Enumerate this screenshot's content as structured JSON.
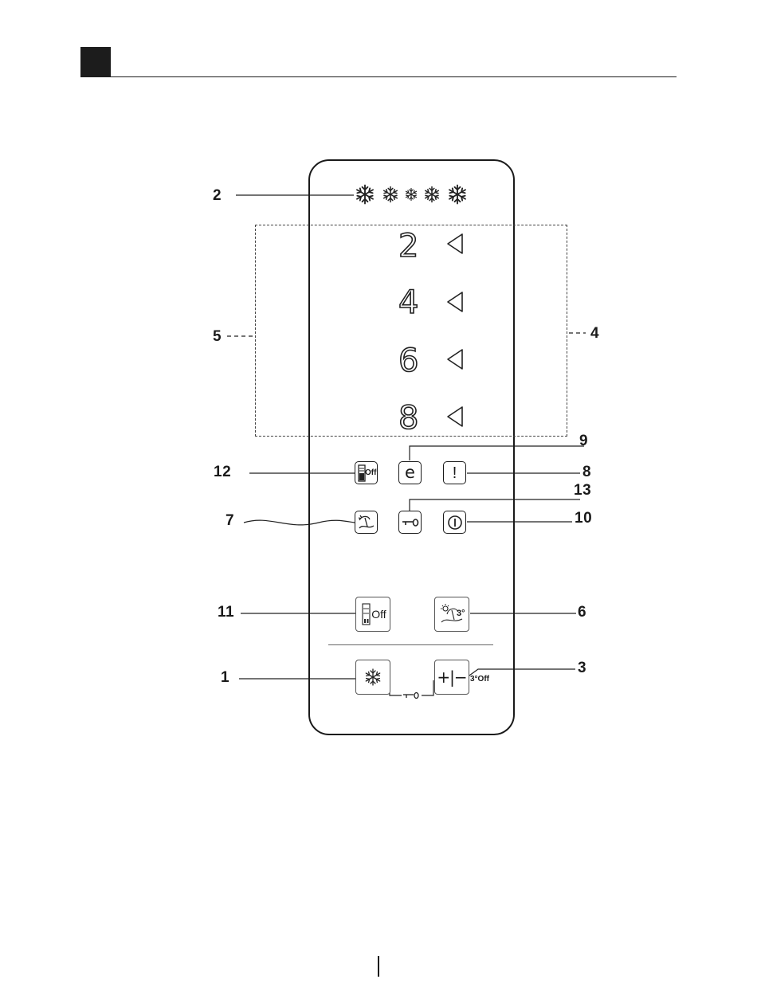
{
  "callouts": {
    "c1": "1",
    "c2": "2",
    "c3": "3",
    "c4": "4",
    "c5": "5",
    "c6": "6",
    "c7": "7",
    "c8": "8",
    "c9": "9",
    "c10": "10",
    "c11": "11",
    "c12": "12",
    "c13": "13"
  },
  "display": {
    "levels": [
      "2",
      "4",
      "6",
      "8"
    ]
  },
  "buttons": {
    "off_label": "Off",
    "eco_label": "e",
    "alarm_label": "!",
    "three_deg_label": "3°",
    "plus_minus_label": "+|−",
    "three_off_label": "3°Off"
  },
  "icons": {
    "snowflake": "snowflake-icon",
    "arrow": "arrow-indicator-icon",
    "key": "key-icon",
    "power": "power-icon",
    "vacation": "vacation-icon"
  }
}
